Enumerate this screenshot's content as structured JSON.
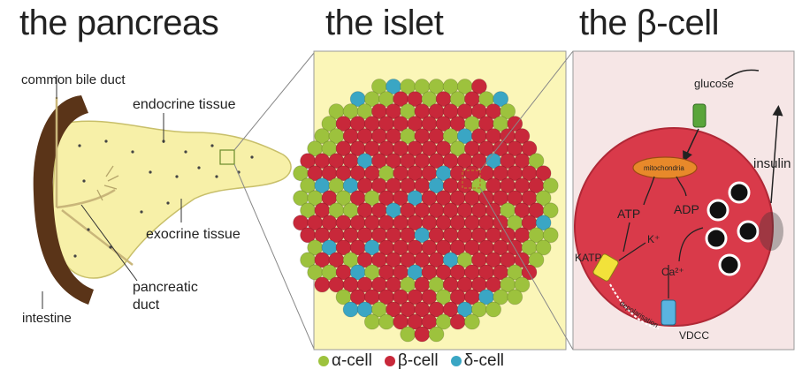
{
  "titles": {
    "pancreas": "the pancreas",
    "islet": "the islet",
    "beta_cell": "the β-cell"
  },
  "pancreas_labels": {
    "common_bile_duct": "common bile duct",
    "endocrine_tissue": "endocrine tissue",
    "exocrine_tissue": "exocrine tissue",
    "pancreatic": "pancreatic",
    "duct": "duct",
    "intestine": "intestine"
  },
  "cell_labels": {
    "glucose": "glucose",
    "mitochondria": "mitochondria",
    "atp": "ATP",
    "adp": "ADP",
    "k_plus": "K⁺",
    "k_atp": "KATP",
    "ca": "Ca²⁺",
    "insulin": "insulin",
    "depolarisation": "depolarisation",
    "vdcc": "VDCC"
  },
  "legend": [
    {
      "label": "α-cell",
      "color": "#9dc23d"
    },
    {
      "label": "β-cell",
      "color": "#c8283a"
    },
    {
      "label": "δ-cell",
      "color": "#3aa6c4"
    }
  ],
  "colors": {
    "pancreas_fill": "#f7f0a8",
    "intestine": "#5a3418",
    "islet_bg": "#fbf6b8",
    "cell_bg": "#f6e6e6",
    "cell_body": "#d93a4a"
  }
}
